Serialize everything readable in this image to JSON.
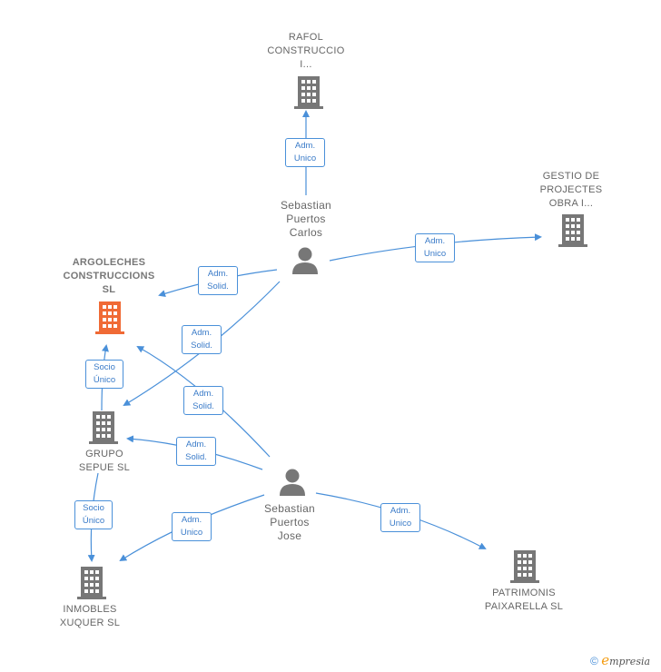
{
  "nodes": {
    "rafol": {
      "label_lines": [
        "RAFOL",
        "CONSTRUCCIO",
        "I..."
      ]
    },
    "gestio": {
      "label_lines": [
        "GESTIO DE",
        "PROJECTES",
        "OBRA I..."
      ]
    },
    "argoleches": {
      "label_lines": [
        "ARGOLECHES",
        "CONSTRUCCIONS",
        "SL"
      ]
    },
    "grupo": {
      "label_lines": [
        "GRUPO",
        "SEPUE  SL"
      ]
    },
    "inmobles": {
      "label_lines": [
        "INMOBLES",
        "XUQUER  SL"
      ]
    },
    "patrimonis": {
      "label_lines": [
        "PATRIMONIS",
        "PAIXARELLA SL"
      ]
    },
    "carlos": {
      "label_lines": [
        "Sebastian",
        "Puertos",
        "Carlos"
      ]
    },
    "jose": {
      "label_lines": [
        "Sebastian",
        "Puertos",
        "Jose"
      ]
    }
  },
  "edges": {
    "carlos_rafol": [
      "Adm.",
      "Unico"
    ],
    "carlos_gestio": [
      "Adm.",
      "Unico"
    ],
    "carlos_argoleches": [
      "Adm.",
      "Solid."
    ],
    "carlos_grupo": [
      "Adm.",
      "Solid."
    ],
    "jose_argoleches": [
      "Adm.",
      "Solid."
    ],
    "jose_grupo": [
      "Adm.",
      "Solid."
    ],
    "grupo_argoleches": [
      "Socio",
      "Único"
    ],
    "grupo_inmobles": [
      "Socio",
      "Único"
    ],
    "jose_inmobles": [
      "Adm.",
      "Unico"
    ],
    "jose_patrimonis": [
      "Adm.",
      "Unico"
    ]
  },
  "colors": {
    "edge": "#4a90d9",
    "building": "#777777",
    "building_main": "#f06a35",
    "person": "#777777"
  },
  "footer": {
    "copyright": "©",
    "brand_initial": "e",
    "brand_rest": "mpresia"
  }
}
